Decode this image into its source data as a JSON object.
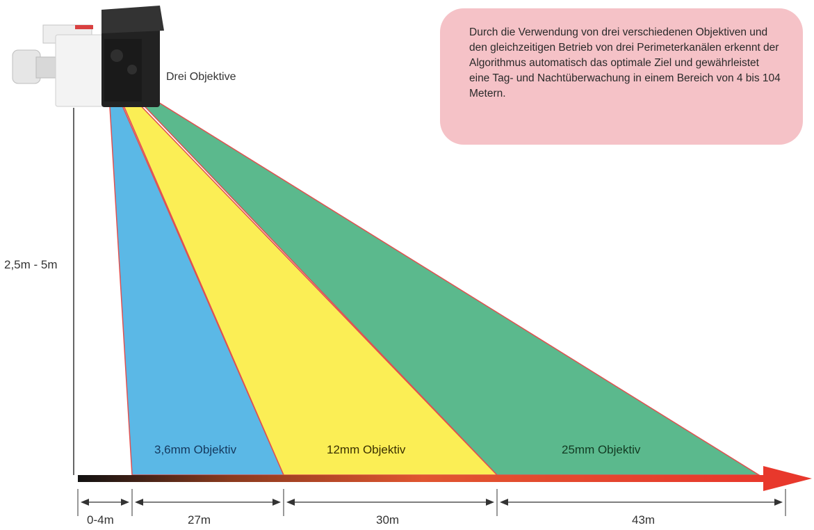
{
  "camera": {
    "label": "Drei Objektive"
  },
  "mount_height": {
    "label": "2,5m - 5m"
  },
  "info_box": {
    "text": "Durch die Verwendung von drei verschiedenen Objektiven und den gleichzeitigen Betrieb von drei Perimeterkanälen erkennt der Algorithmus automatisch das optimale Ziel und gewährleistet eine Tag- und Nachtüberwachung in einem Bereich von 4 bis 104 Metern."
  },
  "lenses": [
    {
      "label": "3,6mm Objektiv",
      "color": "#5bb8e6"
    },
    {
      "label": "12mm Objektiv",
      "color": "#fbee55"
    },
    {
      "label": "25mm Objektiv",
      "color": "#5bb98d"
    }
  ],
  "distances": [
    {
      "label": "0-4m"
    },
    {
      "label": "27m"
    },
    {
      "label": "30m"
    },
    {
      "label": "43m"
    }
  ],
  "colors": {
    "zone_outline": "#e05050",
    "axis_start": "#111111",
    "axis_end": "#e8382c",
    "info_box_bg": "#f5c2c7"
  }
}
